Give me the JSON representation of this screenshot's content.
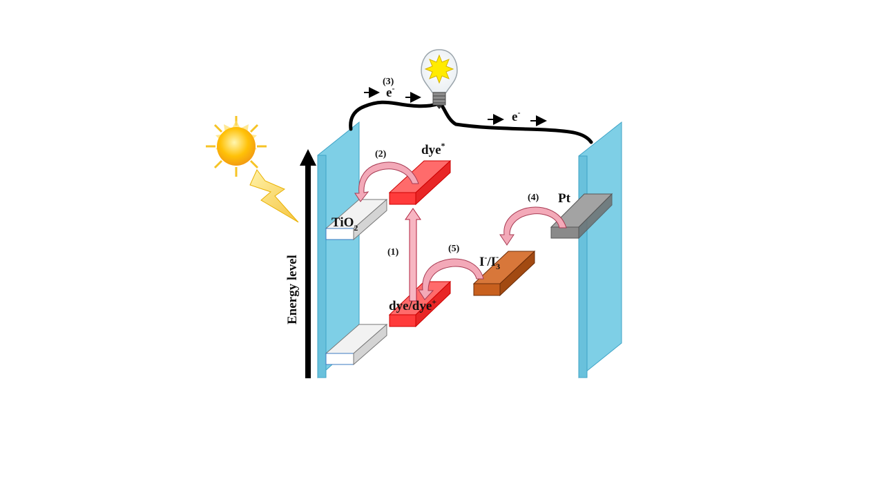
{
  "axis": {
    "label": "Energy level"
  },
  "steps": {
    "s1": "(1)",
    "s2": "(2)",
    "s3": "(3)",
    "s4": "(4)",
    "s5": "(5)"
  },
  "electron": {
    "base": "e",
    "charge": "-"
  },
  "labels": {
    "tio2": {
      "base": "TiO",
      "sub": "2"
    },
    "dye_excited": {
      "base": "dye",
      "sup": "*"
    },
    "dye_ground": {
      "base": "dye/dye",
      "sup": "+"
    },
    "redox": {
      "a": "I",
      "a_sup": "-",
      "mid": "/I",
      "b_sub": "3",
      "b_sup": "-"
    },
    "pt": "Pt"
  },
  "colors": {
    "electrode": "#7ecfe6",
    "electrode_edge": "#3fa3c6",
    "dye": "#ff3b3b",
    "redox": "#c8601e",
    "pt": "#8a8a8a",
    "arrow_pink": "#f3a9b8",
    "wire": "#000000",
    "sun": "#ffcc00"
  }
}
